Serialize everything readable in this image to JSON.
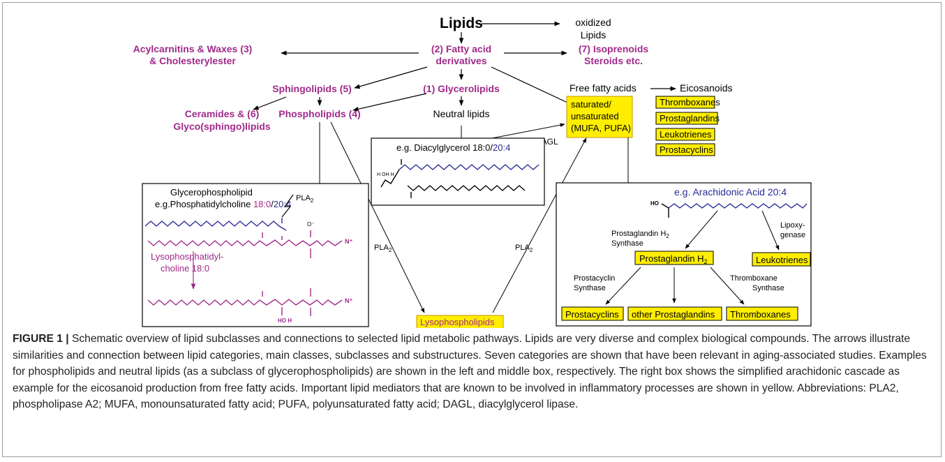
{
  "figure": {
    "nodes": {
      "lipids": "Lipids",
      "oxidized_1": "oxidized",
      "oxidized_2": "Lipids",
      "acyl_1": "Acylcarnitins & Waxes (3)",
      "acyl_2": "& Cholesterylester",
      "fatty_1": "(2) Fatty acid",
      "fatty_2": "derivatives",
      "iso_1": "(7) Isoprenoids",
      "iso_2": "Steroids etc.",
      "sphingo": "Sphingolipids (5)",
      "glycero": "(1) Glycerolipids",
      "ceramides_1": "Ceramides & (6)",
      "ceramides_2": "Glyco(sphingo)lipids",
      "phospho": "Phospholipids (4)",
      "neutral": "Neutral lipids",
      "free_fa": "Free fatty acids",
      "eicosanoids": "Eicosanoids",
      "sat_1": "saturated/",
      "sat_2": "unsaturated",
      "sat_3": "(MUFA, PUFA)",
      "dagl": "DAGL",
      "lysophospholipids": "Lysophospholipids",
      "pla2_a": "PLA",
      "pla2_b": "PLA",
      "pla2_c": "PLA",
      "pla2_sub": "2"
    },
    "eicosanoid_boxes": [
      "Thromboxanes",
      "Prostaglandins",
      "Leukotrienes",
      "Prostacyclins"
    ],
    "left_box": {
      "title": "Glycerophospholipid",
      "example_prefix": "e.g.Phosphatidylcholine ",
      "example_a": "18:0",
      "example_sep": "/",
      "example_b": "20:4",
      "lyso_1": "Lysophosphatidyl-",
      "lyso_2": "choline 18:0"
    },
    "middle_box": {
      "example_prefix": "e.g. Diacylglycerol 18:0/",
      "example_b": "20:4"
    },
    "right_box": {
      "title": "e.g. Arachidonic Acid 20:4",
      "pgh_synthase_1": "Prostaglandin H",
      "pgh_synthase_sub": "2",
      "pgh_synthase_2": "Synthase",
      "lipoxy_1": "Lipoxy-",
      "lipoxy_2": "genase",
      "pgh2": "Prostaglandin H",
      "pgh2_sub": "2",
      "leukotrienes": "Leukotrienes",
      "pc_synthase_1": "Prostacyclin",
      "pc_synthase_2": "Synthase",
      "tx_synthase_1": "Thromboxane",
      "tx_synthase_2": "Synthase",
      "prostacyclins": "Prostacyclins",
      "other_pg": "other Prostaglandins",
      "thromboxanes": "Thromboxanes"
    },
    "colors": {
      "magenta": "#a02a8a",
      "blue": "#2b2b96",
      "highlight": "#ffee00",
      "highlight_border": "#c59400"
    }
  },
  "caption": {
    "label": "FIGURE 1 |",
    "text": " Schematic overview of lipid subclasses and connections to selected lipid metabolic pathways. Lipids are very diverse and complex biological compounds. The arrows illustrate similarities and connection between lipid categories, main classes, subclasses and substructures. Seven categories are shown that have been relevant in aging-associated studies. Examples for phospholipids and neutral lipids (as a subclass of glycerophospholipids) are shown in the left and middle box, respectively. The right box shows the simplified arachidonic cascade as example for the eicosanoid production from free fatty acids. Important lipid mediators that are known to be involved in inflammatory processes are shown in yellow. Abbreviations: PLA2, phospholipase A2; MUFA, monounsaturated fatty acid; PUFA, polyunsaturated fatty acid; DAGL, diacylglycerol lipase."
  }
}
